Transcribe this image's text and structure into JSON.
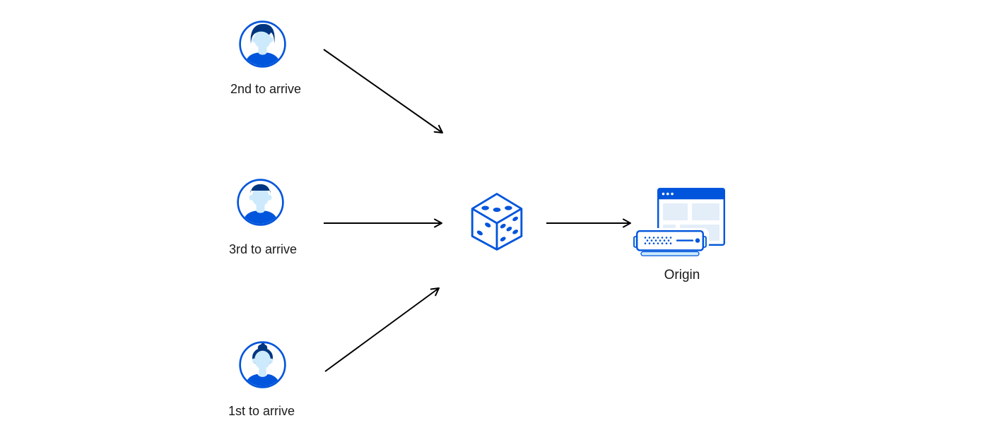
{
  "page": {
    "background": "#ffffff"
  },
  "diagram": {
    "clients": [
      {
        "id": "client-2nd",
        "label": "2nd to arrive",
        "icon": "male-avatar-swoop-icon"
      },
      {
        "id": "client-3rd",
        "label": "3rd to arrive",
        "icon": "male-avatar-flattop-icon"
      },
      {
        "id": "client-1st",
        "label": "1st to arrive",
        "icon": "female-avatar-bun-icon"
      }
    ],
    "random_selector": {
      "icon": "dice-icon",
      "dice_pips": {
        "top_face": 3,
        "left_face": 2,
        "right_face": 5
      }
    },
    "origin": {
      "label": "Origin",
      "icons": [
        "browser-window-icon",
        "server-icon"
      ]
    },
    "arrows": [
      {
        "from": "client-2nd",
        "to": "dice",
        "direction": "down-right"
      },
      {
        "from": "client-3rd",
        "to": "dice",
        "direction": "right"
      },
      {
        "from": "client-1st",
        "to": "dice",
        "direction": "up-right"
      },
      {
        "from": "dice",
        "to": "origin",
        "direction": "right"
      }
    ],
    "colors": {
      "primary_blue": "#0055dc",
      "dark_navy": "#003681",
      "light_blue": "#cdeafc",
      "pale_panel": "#e4eef9",
      "arrow": "#000000",
      "text": "#1a1a1a"
    }
  }
}
